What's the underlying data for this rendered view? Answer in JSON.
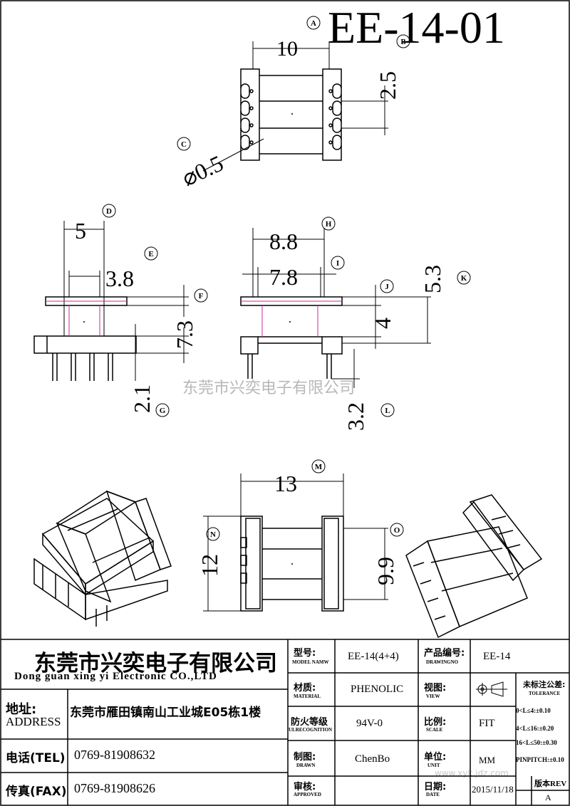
{
  "drawing": {
    "title": "EE-14-01",
    "dims": {
      "top_width": "10",
      "top_pitch": "2.5",
      "top_pin_dia": "0.5",
      "side_d": "5",
      "side_e": "3.8",
      "side_f": "7.3",
      "side_g": "2.1",
      "front_h": "8.8",
      "front_i": "7.8",
      "front_j": "4",
      "front_k": "5.3",
      "front_l": "3.2",
      "bottom_m": "13",
      "bottom_n": "12",
      "bottom_o": "9.9"
    },
    "markers": [
      "A",
      "B",
      "C",
      "D",
      "E",
      "F",
      "G",
      "H",
      "I",
      "J",
      "K",
      "L",
      "M",
      "N",
      "O"
    ],
    "watermark_cn": "东莞市兴奕电子有限公司",
    "watermark_url": "www.xyk.jdz.com"
  },
  "company": {
    "name_cn": "东莞市兴奕电子有限公司",
    "name_en": "Dong guan xing yi Electronic CO.,LTD",
    "address_label": "地址:",
    "address_label_en": "ADDRESS",
    "address": "东莞市雁田镇南山工业城E05栋1楼",
    "tel_label": "电话(TEL)",
    "tel": "0769-81908632",
    "fax_label": "传真(FAX)",
    "fax": "0769-81908626"
  },
  "fields": {
    "model_label": "型号:",
    "model_label_en": "MODEL NAMW",
    "model": "EE-14(4+4)",
    "product_label": "产品编号:",
    "product_label_en": "DRAWINGNO",
    "product": "EE-14",
    "material_label": "材质:",
    "material_label_en": "MATERIAL",
    "material": "PHENOLIC",
    "view_label": "视图:",
    "view_label_en": "VIEW",
    "fire_label": "防火等级",
    "fire_label_en": "ULRECOGNITION",
    "fire": "94V-0",
    "scale_label": "比例:",
    "scale_label_en": "SCALE",
    "scale": "FIT",
    "drawn_label": "制图:",
    "drawn_label_en": "DRAWN",
    "drawn": "ChenBo",
    "unit_label": "单位:",
    "unit_label_en": "UNIT",
    "unit": "MM",
    "approved_label": "审核:",
    "approved_label_en": "APPROVED",
    "date_label": "日期:",
    "date_label_en": "DATE",
    "date": "2015/11/18",
    "rev_label": "版本REV",
    "rev": "A"
  },
  "tolerance": {
    "title": "未标注公差:",
    "title_en": "TOLERANCE",
    "rows": [
      "0<L≤4:±0.10",
      "4<L≤16:±0.20",
      "16<L≤50:±0.30",
      "PINPITCH:±0.10"
    ]
  }
}
